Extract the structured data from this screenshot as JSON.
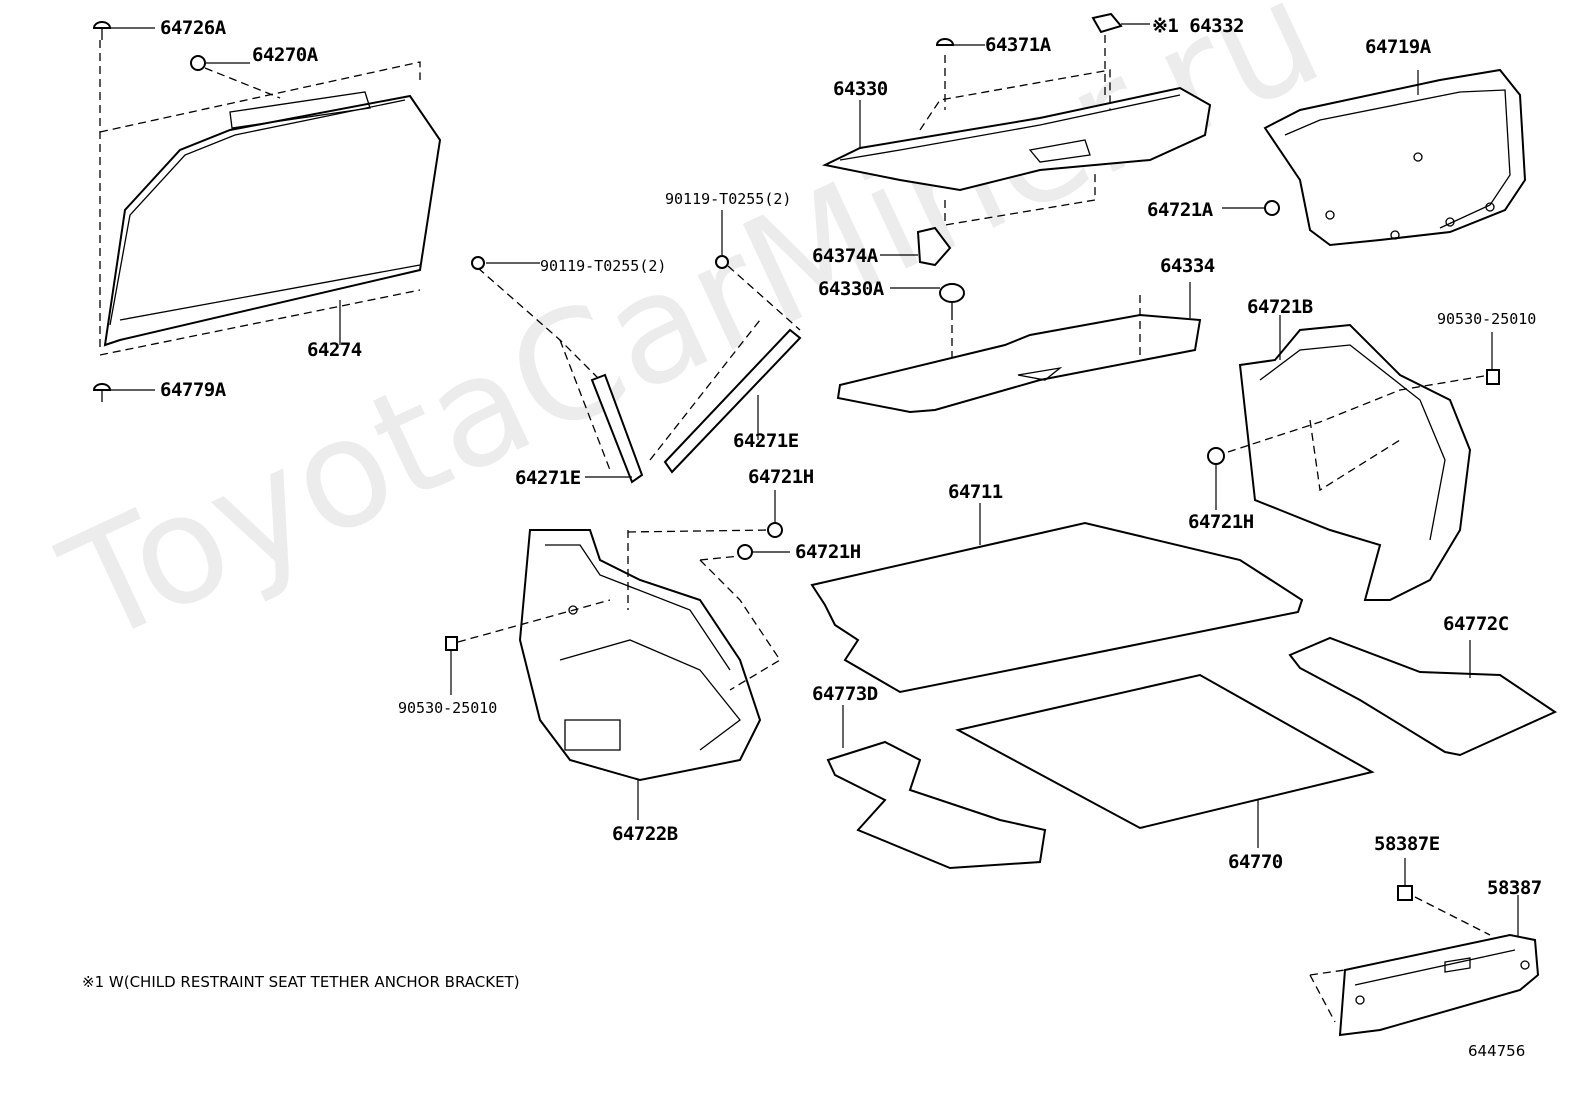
{
  "watermark": "ToyotaCarMiner.ru",
  "note": "※1 W(CHILD RESTRAINT SEAT TETHER ANCHOR BRACKET)",
  "figure_ref": "644756",
  "labels": {
    "p64726A": "64726A",
    "p64270A": "64270A",
    "p64274": "64274",
    "p64779A": "64779A",
    "p90119a": "90119-T0255(2)",
    "p90119b": "90119-T0255(2)",
    "p64271E_a": "64271E",
    "p64271E_b": "64271E",
    "p64371A": "64371A",
    "p64332": "※1 64332",
    "p64330": "64330",
    "p64374A": "64374A",
    "p64330A": "64330A",
    "p64334": "64334",
    "p64719A": "64719A",
    "p64721A": "64721A",
    "p64721B": "64721B",
    "p90530a": "90530-25010",
    "p64721H_r": "64721H",
    "p64721H_a": "64721H",
    "p64721H_b": "64721H",
    "p90530b": "90530-25010",
    "p64722B": "64722B",
    "p64711": "64711",
    "p64773D": "64773D",
    "p64770": "64770",
    "p64772C": "64772C",
    "p58387E": "58387E",
    "p58387": "58387"
  }
}
